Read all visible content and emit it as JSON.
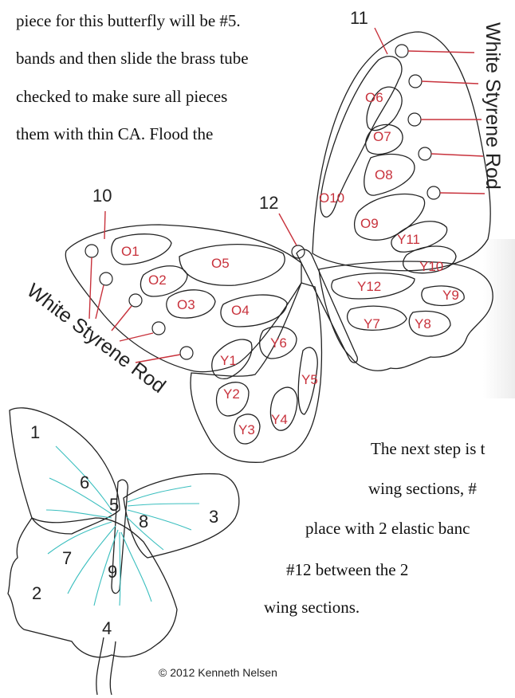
{
  "top_text": [
    "piece for this butterfly will be #5.",
    "bands and then slide the brass tube",
    "checked to make sure all pieces",
    " them with thin CA. Flood the"
  ],
  "right_text": [
    "The next step is t",
    "wing  sections,  #",
    "place with 2 elastic banc",
    "#12 between the 2",
    "wing sections."
  ],
  "rod_labels": {
    "top_right": "White Styrene Rod",
    "left": "White Styrene Rod"
  },
  "callouts": {
    "n10": "10",
    "n11": "11",
    "n12": "12"
  },
  "orange_labels": [
    "O1",
    "O2",
    "O3",
    "O4",
    "O5",
    "O6",
    "O7",
    "O8",
    "O9",
    "O10"
  ],
  "yellow_labels": [
    "Y1",
    "Y2",
    "Y3",
    "Y4",
    "Y5",
    "Y6",
    "Y7",
    "Y8",
    "Y9",
    "Y10",
    "Y11",
    "Y12"
  ],
  "small_butterfly_numbers": [
    "1",
    "2",
    "3",
    "4",
    "5",
    "6",
    "7",
    "8",
    "9"
  ],
  "copyright": "© 2012 Kenneth Nelsen",
  "colors": {
    "label_red": "#c8323c",
    "vein_cyan": "#3bbfbf",
    "line": "#222222"
  }
}
